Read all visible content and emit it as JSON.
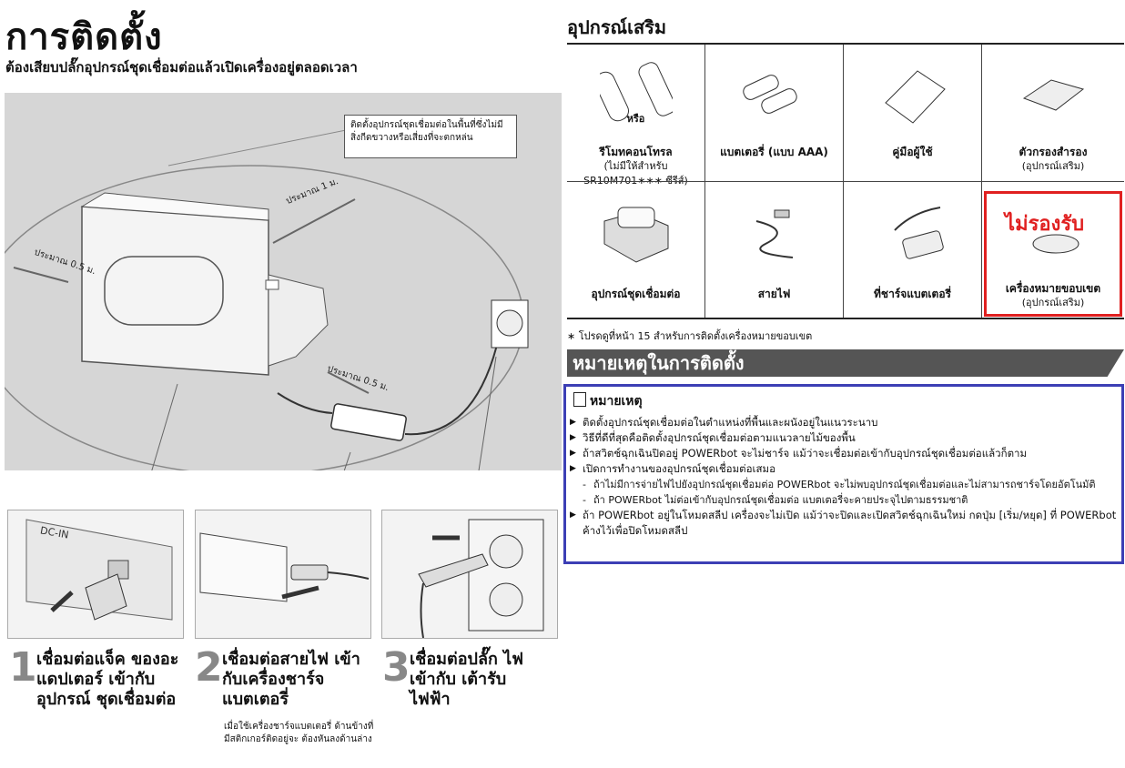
{
  "header": {
    "title": "การติดตั้ง",
    "subtitle": "ต้องเสียบปลั๊กอุปกรณ์ชุดเชื่อมต่อแล้วเปิดเครื่องอยู่ตลอดเวลา"
  },
  "figure": {
    "callout": "ติดตั้งอุปกรณ์ชุดเชื่อมต่อในพื้นที่ซึ่งไม่มีสิ่งกีดขวางหรือเสี่ยงที่จะตกหล่น",
    "distances": [
      "ประมาณ 1 ม.",
      "ประมาณ 0.5 ม.",
      "ประมาณ 0.5 ม."
    ],
    "dc_in": "DC-IN"
  },
  "steps": [
    {
      "number": "1",
      "text": "เชื่อมต่อแจ็ค ของอะแดปเตอร์ เข้ากับอุปกรณ์ ชุดเชื่อมต่อ"
    },
    {
      "number": "2",
      "text": "เชื่อมต่อสายไฟ เข้ากับเครื่องชาร์จ แบตเตอรี่",
      "note": "เมื่อใช้เครื่องชาร์จแบตเตอรี่ ด้านข้างที่มีสติกเกอร์ติดอยู่จะ ต้องหันลงด้านล่าง"
    },
    {
      "number": "3",
      "text": "เชื่อมต่อปลั๊ก ไฟเข้ากับ เต้ารับไฟฟ้า"
    }
  ],
  "accessories": {
    "title": "อุปกรณ์เสริม",
    "or_label": "หรือ",
    "items": [
      {
        "label": "รีโมทคอนโทรล",
        "sub": "(ไม่มีให้สำหรับ SR10M701∗∗∗ ซีรีส์)"
      },
      {
        "label": "แบตเตอรี่ (แบบ AAA)",
        "sub": ""
      },
      {
        "label": "คู่มือผู้ใช้",
        "sub": ""
      },
      {
        "label": "ตัวกรองสำรอง",
        "sub": "(อุปกรณ์เสริม)"
      },
      {
        "label": "อุปกรณ์ชุดเชื่อมต่อ",
        "sub": ""
      },
      {
        "label": "สายไฟ",
        "sub": ""
      },
      {
        "label": "ที่ชาร์จแบตเตอรี่",
        "sub": ""
      },
      {
        "label": "เครื่องหมายขอบเขต",
        "sub": "(อุปกรณ์เสริม)"
      }
    ],
    "unsupported_label": "ไม่รองรับ",
    "footnote": "∗ โปรดดูที่หน้า 15 สำหรับการติดตั้งเครื่องหมายขอบเขต"
  },
  "notes": {
    "banner": "หมายเหตุในการติดตั้ง",
    "heading": "หมายเหตุ",
    "items": [
      "ติดตั้งอุปกรณ์ชุดเชื่อมต่อในตำแหน่งที่พื้นและผนังอยู่ในแนวระนาบ",
      "วิธีที่ดีที่สุดคือติดตั้งอุปกรณ์ชุดเชื่อมต่อตามแนวลายไม้ของพื้น",
      "ถ้าสวิตช์ฉุกเฉินปิดอยู่ POWERbot จะไม่ชาร์จ แม้ว่าจะเชื่อมต่อเข้ากับอุปกรณ์ชุดเชื่อมต่อแล้วก็ตาม",
      "เปิดการทำงานของอุปกรณ์ชุดเชื่อมต่อเสมอ"
    ],
    "subitems": [
      "ถ้าไม่มีการจ่ายไฟไปยังอุปกรณ์ชุดเชื่อมต่อ POWERbot จะไม่พบอุปกรณ์ชุดเชื่อมต่อและไม่สามารถชาร์จโดยอัตโนมัติ",
      "ถ้า POWERbot ไม่ต่อเข้ากับอุปกรณ์ชุดเชื่อมต่อ แบตเตอรี่จะคายประจุไปตามธรรมชาติ"
    ],
    "last_item": "ถ้า POWERbot อยู่ในโหมดสลีป เครื่องจะไม่เปิด แม้ว่าจะปิดและเปิดสวิตช์ฉุกเฉินใหม่ กดปุ่ม [เริ่ม/หยุด] ที่ POWERbot ค้างไว้เพื่อปิดโหมดสลีป"
  }
}
